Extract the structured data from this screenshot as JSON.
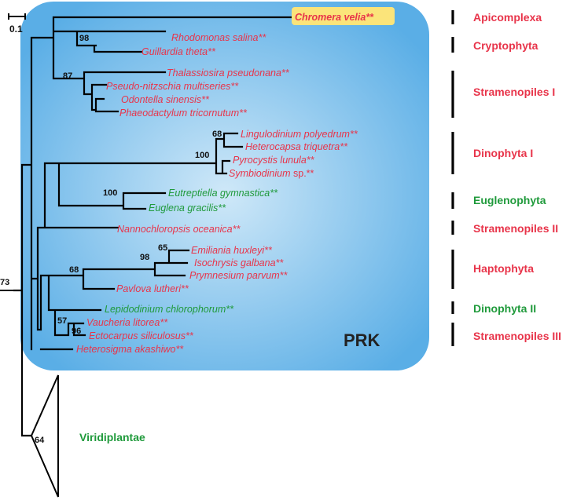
{
  "colors": {
    "red": "#e8344a",
    "green": "#1f9a3b",
    "highlight_fill": "#fbe47a",
    "panel_center": "#cfe8f8",
    "panel_edge": "#5aaee6"
  },
  "scale_bar": {
    "label": "0.1"
  },
  "panel": {
    "label": "PRK"
  },
  "taxa": [
    {
      "name": "Chromera velia**",
      "color": "red",
      "highlight": true
    },
    {
      "name": "Rhodomonas salina**",
      "color": "red"
    },
    {
      "name": "Guillardia theta**",
      "color": "red"
    },
    {
      "name": "Thalassiosira pseudonana**",
      "color": "red"
    },
    {
      "name": "Pseudo-nitzschia multiseries**",
      "color": "red"
    },
    {
      "name": "Odontella sinensis**",
      "color": "red"
    },
    {
      "name": "Phaeodactylum tricornutum**",
      "color": "red"
    },
    {
      "name": "Lingulodinium polyedrum**",
      "color": "red"
    },
    {
      "name": "Heterocapsa triquetra**",
      "color": "red"
    },
    {
      "name": "Pyrocystis lunula**",
      "color": "red"
    },
    {
      "name": "Symbiodinium",
      "suffix": " sp.**",
      "color": "red"
    },
    {
      "name": "Eutreptiella gymnastica**",
      "color": "green"
    },
    {
      "name": "Euglena gracilis**",
      "color": "green"
    },
    {
      "name": "Nannochloropsis oceanica**",
      "color": "red"
    },
    {
      "name": "Emiliania huxleyi**",
      "color": "red"
    },
    {
      "name": "Isochrysis galbana**",
      "color": "red"
    },
    {
      "name": "Prymnesium parvum**",
      "color": "red"
    },
    {
      "name": "Pavlova lutheri**",
      "color": "red"
    },
    {
      "name": "Lepidodinium chlorophorum**",
      "color": "green"
    },
    {
      "name": "Vaucheria litorea**",
      "color": "red"
    },
    {
      "name": "Ectocarpus siliculosus**",
      "color": "red"
    },
    {
      "name": "Heterosigma akashiwo**",
      "color": "red"
    }
  ],
  "bootstrap": [
    "98",
    "87",
    "68",
    "100",
    "100",
    "98",
    "65",
    "68",
    "57",
    "96",
    "73",
    "64"
  ],
  "groups": [
    {
      "name": "Apicomplexa",
      "color": "red"
    },
    {
      "name": "Cryptophyta",
      "color": "red"
    },
    {
      "name": "Stramenopiles I",
      "color": "red"
    },
    {
      "name": "Dinophyta I",
      "color": "red"
    },
    {
      "name": "Euglenophyta",
      "color": "green"
    },
    {
      "name": "Stramenopiles II",
      "color": "red"
    },
    {
      "name": "Haptophyta",
      "color": "red"
    },
    {
      "name": "Dinophyta II",
      "color": "green"
    },
    {
      "name": "Stramenopiles III",
      "color": "red"
    }
  ],
  "collapsed_clade": {
    "name": "Viridiplantae",
    "color": "green"
  }
}
